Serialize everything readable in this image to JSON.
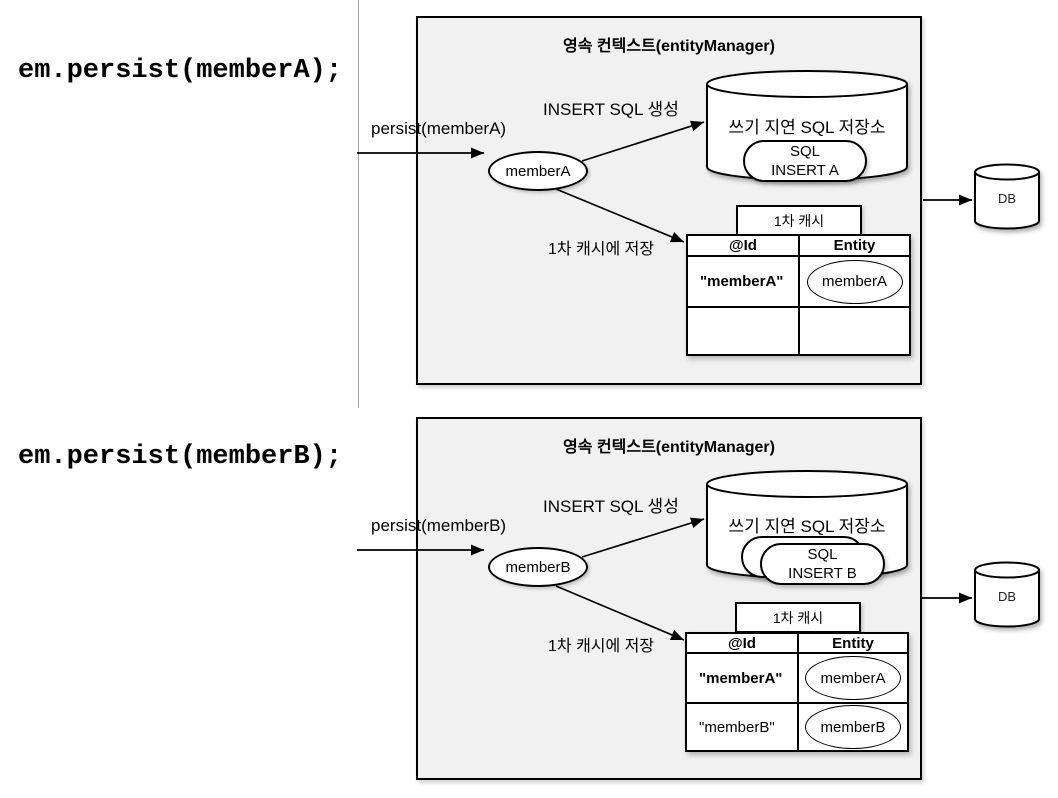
{
  "code_lines": {
    "a": "em.persist(memberA);",
    "b": "em.persist(memberB);"
  },
  "colors": {
    "panel_fill": "#f1f1f1",
    "stroke": "#000000",
    "background": "#ffffff"
  },
  "panel_a": {
    "title": "영속 컨텍스트(entityManager)",
    "persist_label": "persist(memberA)",
    "entity_ellipse": "memberA",
    "insert_sql_label": "INSERT SQL 생성",
    "store_title": "쓰기 지연 SQL 저장소",
    "sql_box": {
      "line1": "SQL",
      "line2": "INSERT A"
    },
    "cache_save_label": "1차 캐시에 저장",
    "cache_box_label": "1차 캐시",
    "table": {
      "headers": [
        "@Id",
        "Entity"
      ],
      "rows": [
        {
          "id": "\"memberA\"",
          "entity": "memberA"
        },
        {
          "id": "",
          "entity": ""
        }
      ]
    },
    "db_label": "DB"
  },
  "panel_b": {
    "title": "영속 컨텍스트(entityManager)",
    "persist_label": "persist(memberB)",
    "entity_ellipse": "memberB",
    "insert_sql_label": "INSERT SQL 생성",
    "store_title": "쓰기 지연 SQL 저장소",
    "sql_box_back": {
      "line1": "",
      "line2": ""
    },
    "sql_box": {
      "line1": "SQL",
      "line2": "INSERT B"
    },
    "cache_save_label": "1차 캐시에 저장",
    "cache_box_label": "1차 캐시",
    "table": {
      "headers": [
        "@Id",
        "Entity"
      ],
      "rows": [
        {
          "id": "\"memberA\"",
          "entity": "memberA"
        },
        {
          "id": "\"memberB\"",
          "entity": "memberB"
        }
      ]
    },
    "db_label": "DB"
  }
}
